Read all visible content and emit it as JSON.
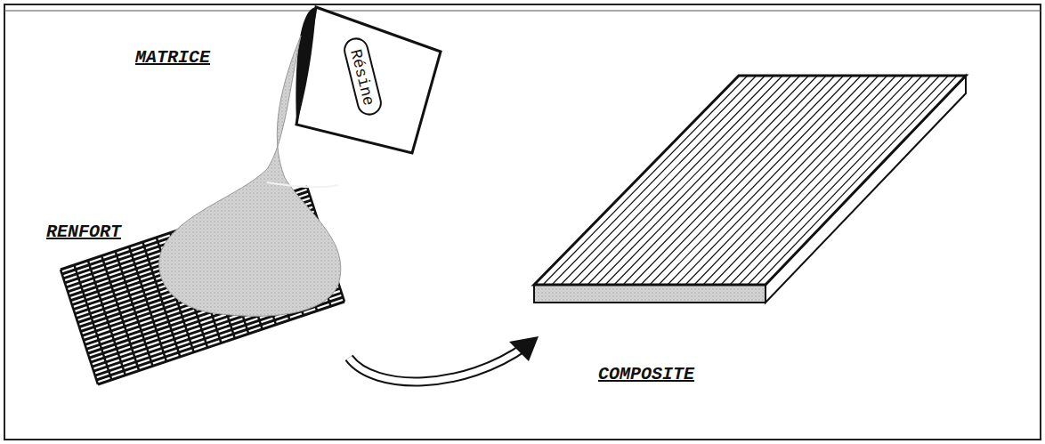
{
  "diagram": {
    "nodes": [
      {
        "text": [
          "Résine"
        ]
      }
    ],
    "labels": [
      "MATRICE",
      "RENFORT",
      "COMPOSITE"
    ]
  }
}
